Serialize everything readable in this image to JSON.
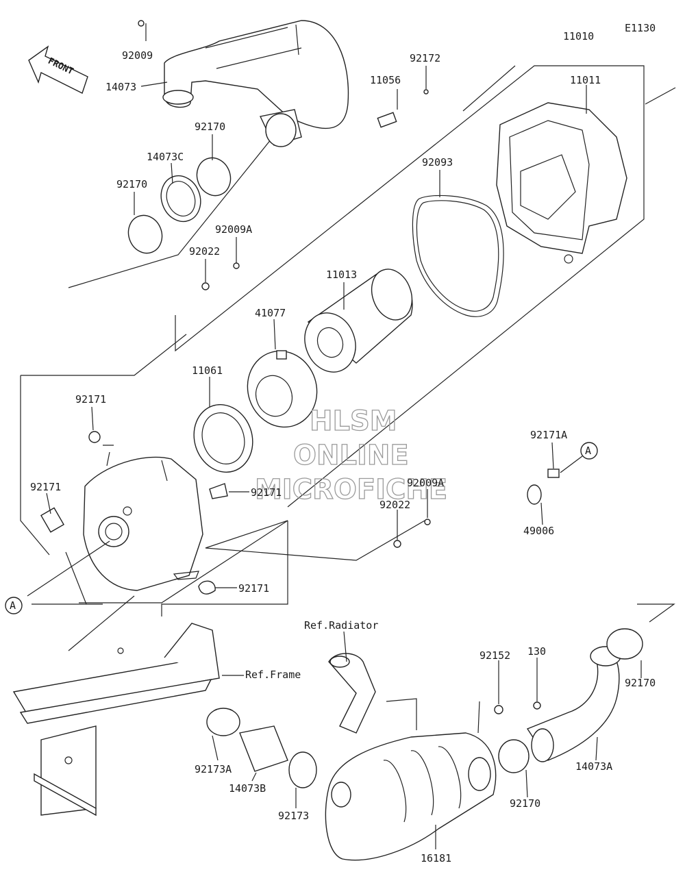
{
  "diagram_code": "E1130",
  "front_marker": "FRONT",
  "watermark": {
    "line1": "HLSM",
    "line2": "ONLINE",
    "line3": "MICROFICHE"
  },
  "labels": {
    "p92009": "92009",
    "p14073": "14073",
    "p11056": "11056",
    "p92172": "92172",
    "p11010": "11010",
    "p11011": "11011",
    "p92170_a": "92170",
    "p14073C": "14073C",
    "p92170_b": "92170",
    "p92009A_a": "92009A",
    "p92022_a": "92022",
    "p92093": "92093",
    "p11013": "11013",
    "p41077": "41077",
    "p11061": "11061",
    "p92171_a": "92171",
    "p92171_b": "92171",
    "p92171_c": "92171",
    "p92171_d": "92171",
    "p92171A": "92171A",
    "p49006": "49006",
    "p92009A_b": "92009A",
    "p92022_b": "92022",
    "ref_radiator": "Ref.Radiator",
    "ref_frame": "Ref.Frame",
    "p92152": "92152",
    "p130": "130",
    "p92170_c": "92170",
    "p92173A": "92173A",
    "p14073B": "14073B",
    "p92173": "92173",
    "p16181": "16181",
    "p92170_d": "92170",
    "p14073A": "14073A",
    "callout_a_left": "A",
    "callout_a_right": "A"
  }
}
